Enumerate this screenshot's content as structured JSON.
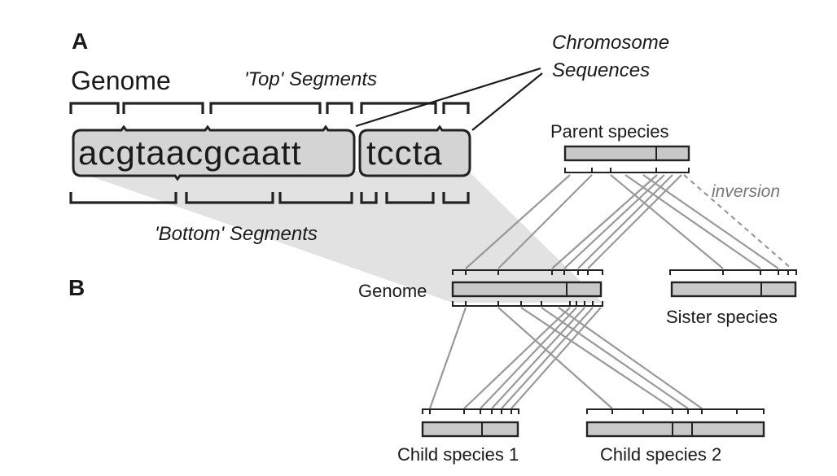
{
  "figure": {
    "panel_a": "A",
    "panel_b": "B",
    "genome_title": "Genome",
    "top_segments": "'Top' Segments",
    "bottom_segments": "'Bottom' Segments",
    "chromosome_line1": "Chromosome",
    "chromosome_line2": "Sequences",
    "sequence_1": "acgtaacgcaatt",
    "sequence_2": "tccta"
  },
  "tree": {
    "parent": "Parent species",
    "inversion": "inversion",
    "genome": "Genome",
    "sister": "Sister species",
    "child1": "Child species 1",
    "child2": "Child species 2"
  }
}
